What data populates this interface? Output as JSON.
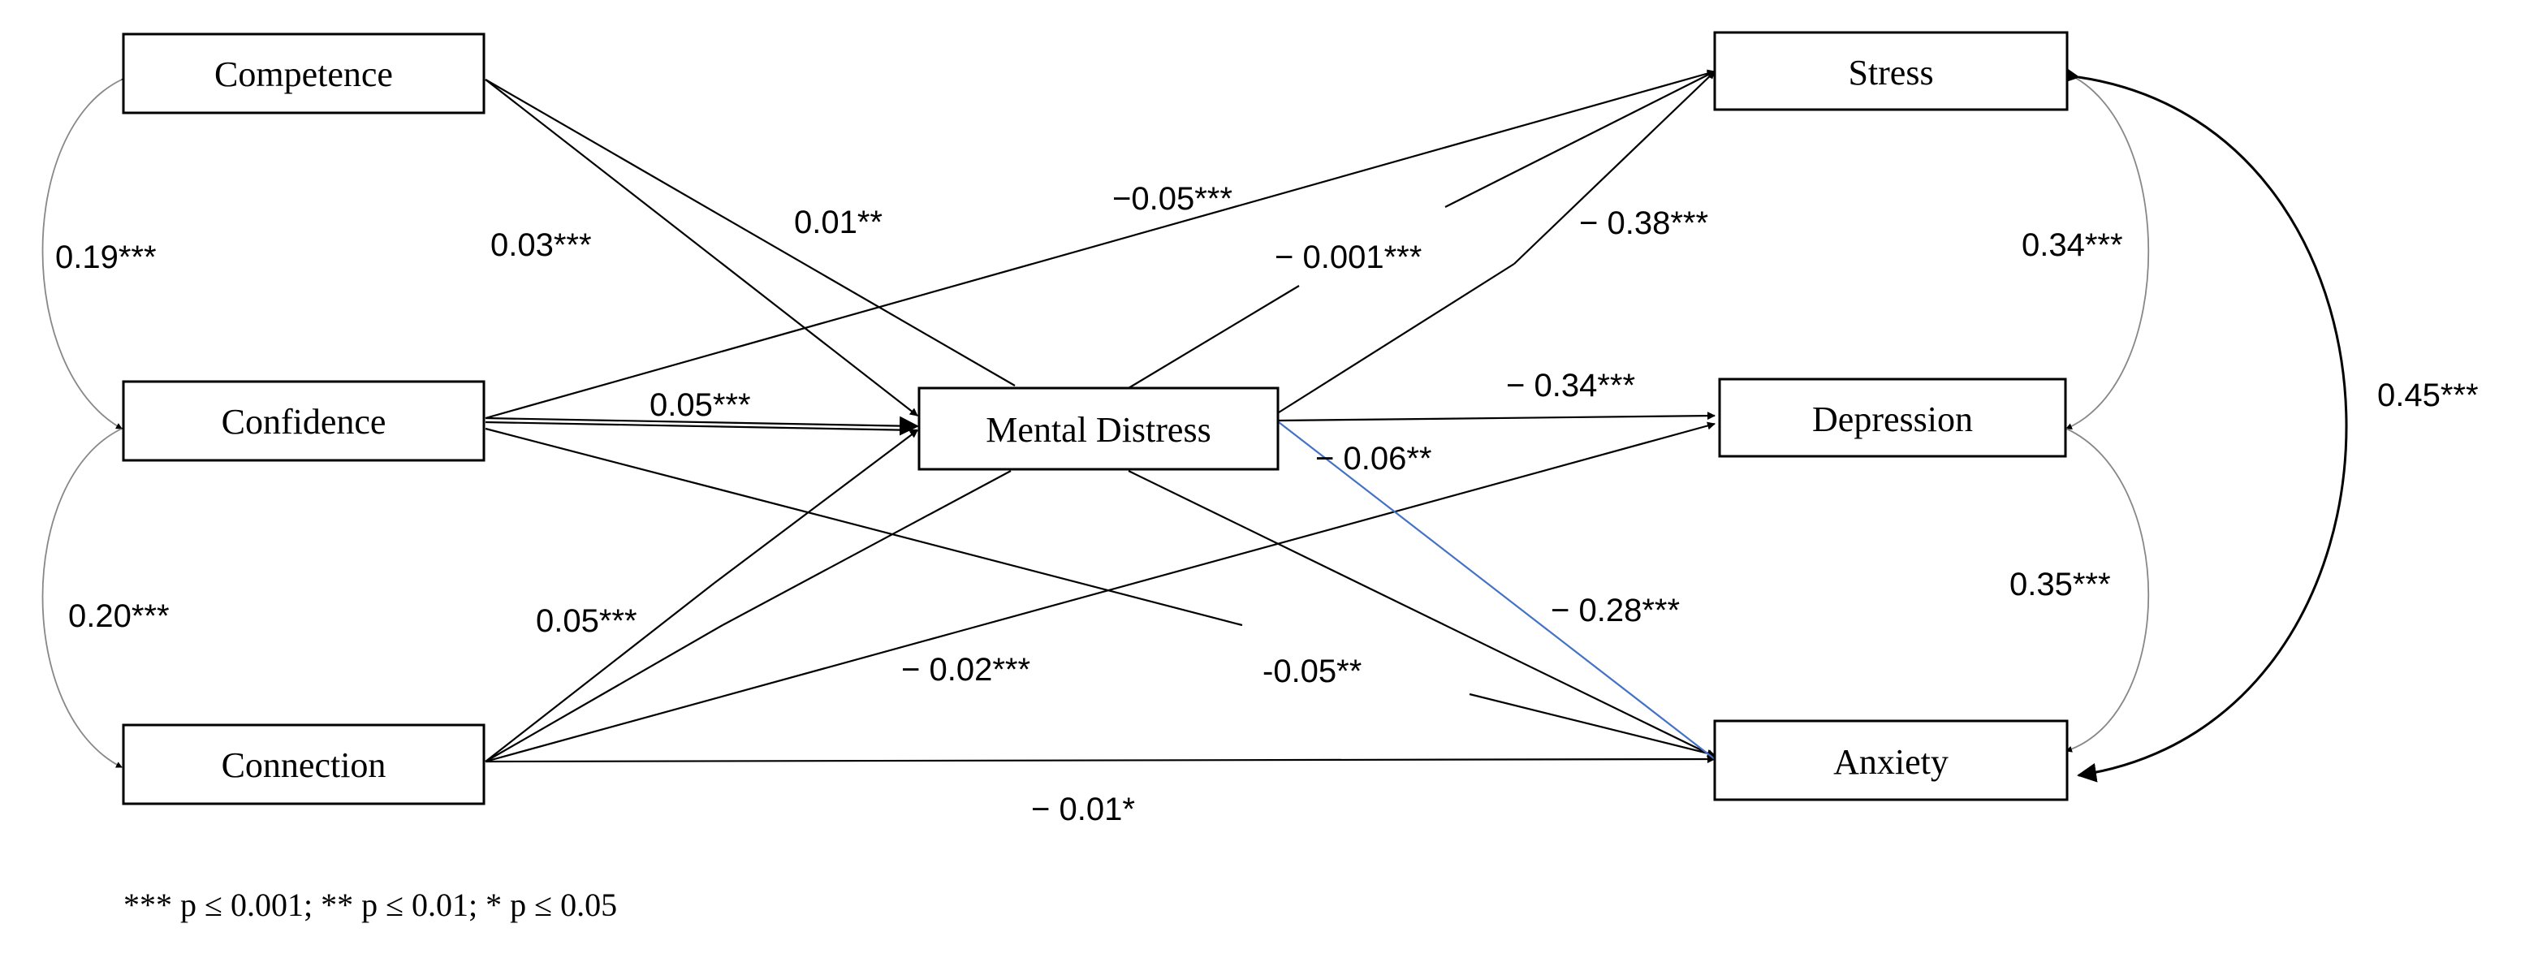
{
  "nodes": {
    "competence": "Competence",
    "confidence": "Confidence",
    "connection": "Connection",
    "mental_distress": "Mental Distress",
    "stress": "Stress",
    "depression": "Depression",
    "anxiety": "Anxiety"
  },
  "coefficients": {
    "competence_confidence_cov": "0.19***",
    "confidence_connection_cov": "0.20***",
    "competence_to_distress": "0.03***",
    "competence_to_stress": "0.01**",
    "confidence_to_stress": "−0.05***",
    "confidence_to_distress": "0.05***",
    "connection_to_distress": "0.05***",
    "connection_to_depression": "− 0.02***",
    "confidence_to_anxiety": "-0.05**",
    "connection_to_anxiety": "− 0.01*",
    "distress_to_stress_a": "− 0.001***",
    "distress_to_stress_b": "− 0.38***",
    "distress_to_depression": "−  0.34***",
    "distress_to_anxiety_a": "−  0.06**",
    "distress_to_anxiety_b": "−  0.28***",
    "stress_depression_cov": "0.34***",
    "depression_anxiety_cov": "0.35***",
    "stress_anxiety_cov": "0.45***"
  },
  "legend": "*** p ≤ 0.001; ** p ≤ 0.01; * p ≤ 0.05"
}
